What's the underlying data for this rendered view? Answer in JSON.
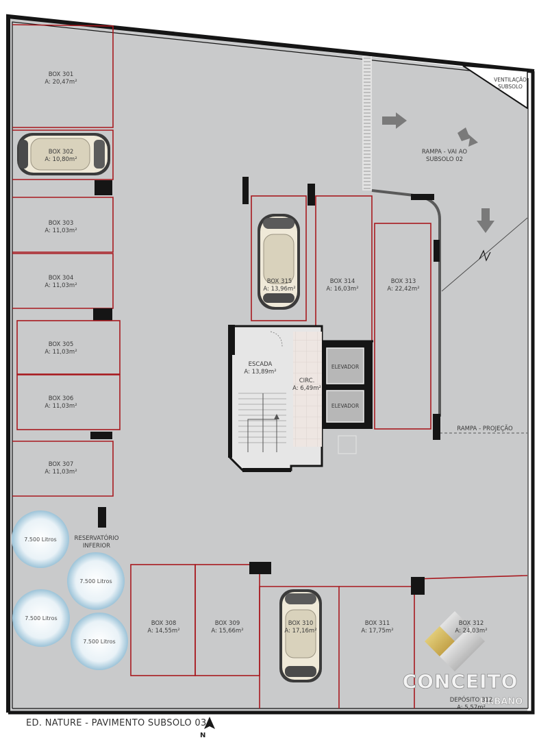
{
  "plan": {
    "caption": "ED. NATURE - PAVIMENTO SUBSOLO 03",
    "north_label": "N"
  },
  "boxes": [
    {
      "id": "301",
      "name": "BOX 301",
      "area": "A: 20,47m²"
    },
    {
      "id": "302",
      "name": "BOX 302",
      "area": "A: 10,80m²"
    },
    {
      "id": "303",
      "name": "BOX 303",
      "area": "A: 11,03m²"
    },
    {
      "id": "304",
      "name": "BOX 304",
      "area": "A: 11,03m²"
    },
    {
      "id": "305",
      "name": "BOX 305",
      "area": "A: 11,03m²"
    },
    {
      "id": "306",
      "name": "BOX 306",
      "area": "A: 11,03m²"
    },
    {
      "id": "307",
      "name": "BOX 307",
      "area": "A: 11,03m²"
    },
    {
      "id": "308",
      "name": "BOX 308",
      "area": "A: 14,55m²"
    },
    {
      "id": "309",
      "name": "BOX 309",
      "area": "A: 15,66m²"
    },
    {
      "id": "310",
      "name": "BOX 310",
      "area": "A: 17,16m²"
    },
    {
      "id": "311",
      "name": "BOX 311",
      "area": "A: 17,75m²"
    },
    {
      "id": "312",
      "name": "BOX 312",
      "area": "A: 24,03m²"
    },
    {
      "id": "313",
      "name": "BOX 313",
      "area": "A: 22,42m²"
    },
    {
      "id": "314",
      "name": "BOX 314",
      "area": "A: 16,03m²"
    },
    {
      "id": "315",
      "name": "BOX 315",
      "area": "A: 13,96m²"
    }
  ],
  "rooms": {
    "escada": {
      "name": "ESCADA",
      "area": "A: 13,89m²"
    },
    "circ": {
      "name": "CIRC.",
      "area": "A: 6,49m²"
    },
    "elevador_1": "ELEVADOR",
    "elevador_2": "ELEVADOR",
    "deposito": {
      "name": "DEPÓSITO 312",
      "area": "A: 5,57m²"
    }
  },
  "ramp": {
    "line1": "RAMPA - VAI AO",
    "line2": "SUBSOLO 02",
    "projection": "RAMPA - PROJEÇÃO"
  },
  "ventilation": {
    "line1": "VENTILAÇÃO",
    "line2": "SUBSOLO"
  },
  "reservoir": {
    "line1": "RESERVATÓRIO",
    "line2": "INFERIOR"
  },
  "tanks": [
    "7.500 Litros",
    "7.500 Litros",
    "7.500 Litros",
    "7.500 Litros"
  ],
  "watermark": {
    "brand": "CONCEITO",
    "sub": "URBANO"
  },
  "colors": {
    "floor": "#c9cacb",
    "wall": "#151515",
    "box_line": "#a8181e",
    "stair_room": "#e6e6e6",
    "circ_tile": "#ece4e0"
  }
}
